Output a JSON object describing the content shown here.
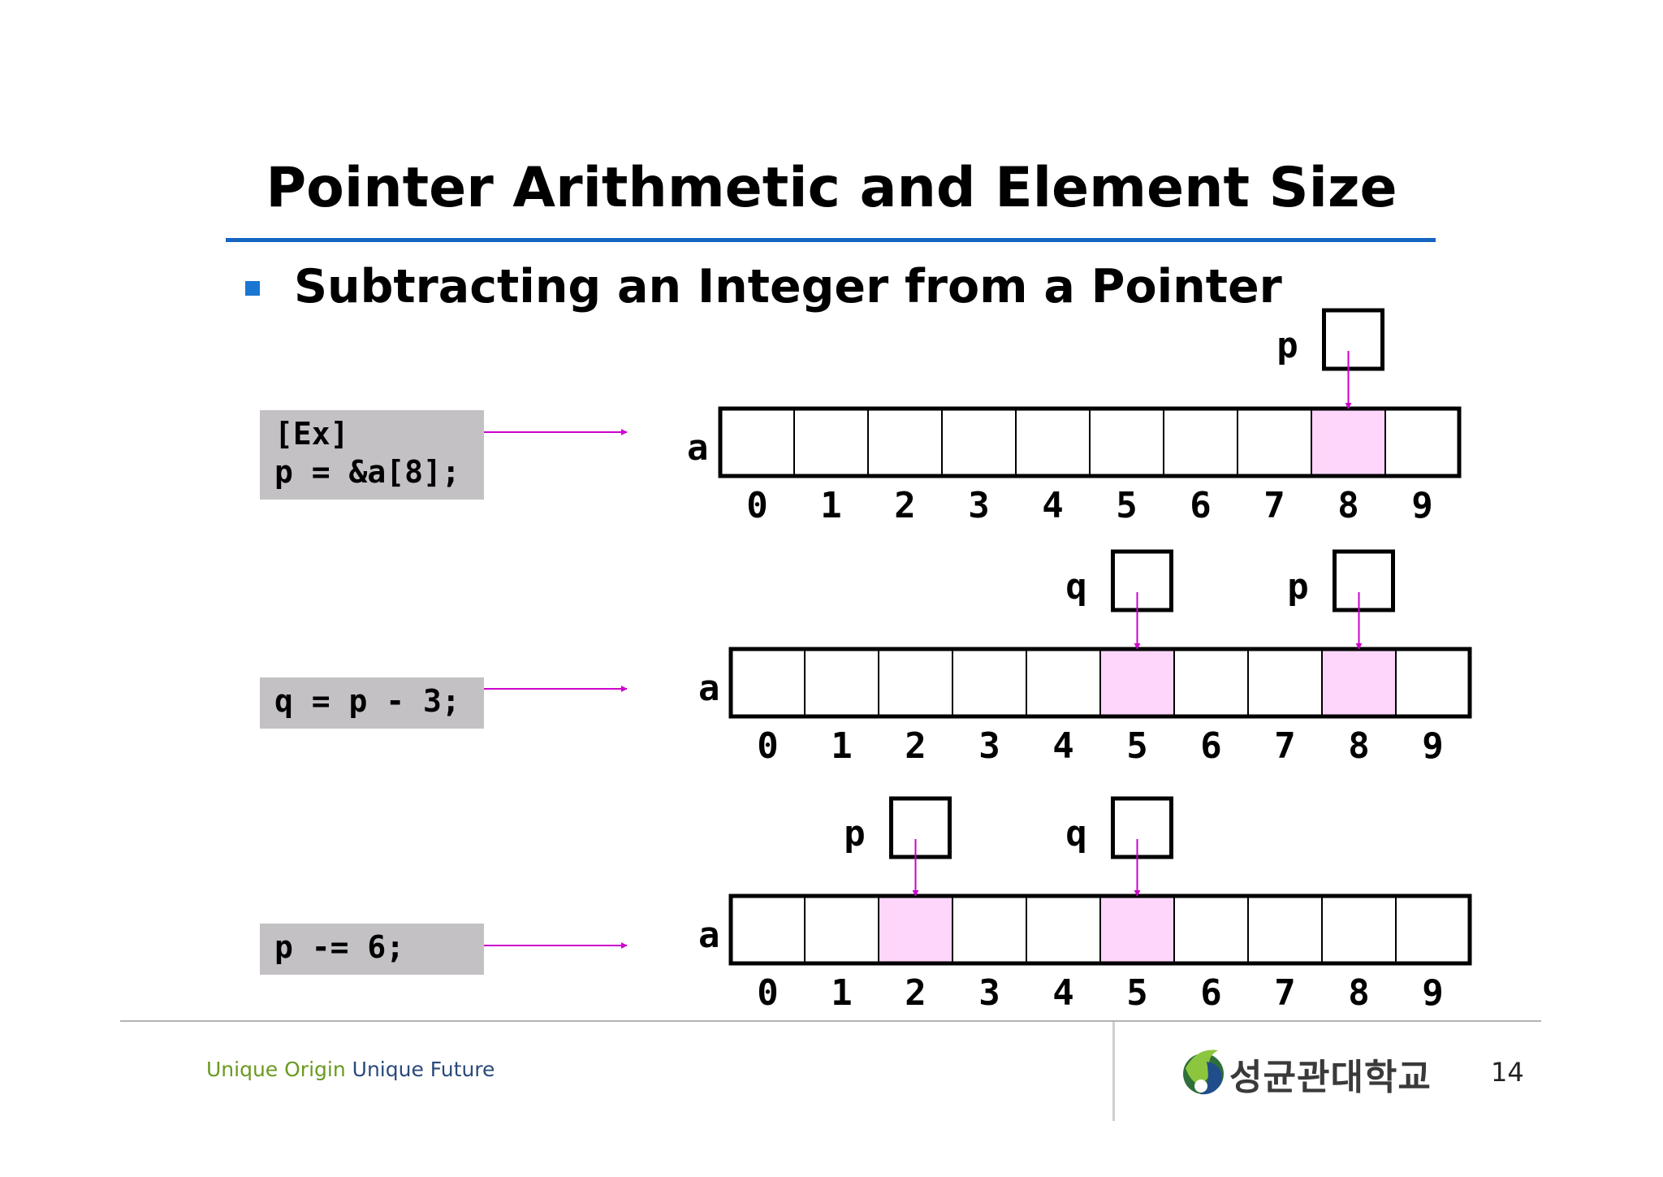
{
  "title": "Pointer Arithmetic and Element Size",
  "subtitle": "Subtracting an Integer from a Pointer",
  "colors": {
    "title_rule": "#1565c0",
    "bullet": "#1976d2",
    "code_bg": "#c4c1c5",
    "arrow": "#cc00cc",
    "highlight": "#ffd6fb",
    "slogan_green": "#6a9a1f",
    "slogan_blue": "#2a4a7a"
  },
  "examples": [
    {
      "code_lines": [
        "[Ex]",
        "p = &a[8];"
      ],
      "array_label": "a",
      "indices": [
        "0",
        "1",
        "2",
        "3",
        "4",
        "5",
        "6",
        "7",
        "8",
        "9"
      ],
      "pointers": [
        {
          "name": "p",
          "target_index": 8
        }
      ]
    },
    {
      "code_lines": [
        "q = p - 3;"
      ],
      "array_label": "a",
      "indices": [
        "0",
        "1",
        "2",
        "3",
        "4",
        "5",
        "6",
        "7",
        "8",
        "9"
      ],
      "pointers": [
        {
          "name": "q",
          "target_index": 5
        },
        {
          "name": "p",
          "target_index": 8
        }
      ]
    },
    {
      "code_lines": [
        "p -= 6;"
      ],
      "array_label": "a",
      "indices": [
        "0",
        "1",
        "2",
        "3",
        "4",
        "5",
        "6",
        "7",
        "8",
        "9"
      ],
      "pointers": [
        {
          "name": "p",
          "target_index": 2
        },
        {
          "name": "q",
          "target_index": 5
        }
      ]
    }
  ],
  "footer": {
    "slogan_part1": "Unique Origin",
    "slogan_part2": "Unique Future",
    "university": "성균관대학교",
    "page_number": "14",
    "logo_icon": "university-emblem-icon"
  }
}
